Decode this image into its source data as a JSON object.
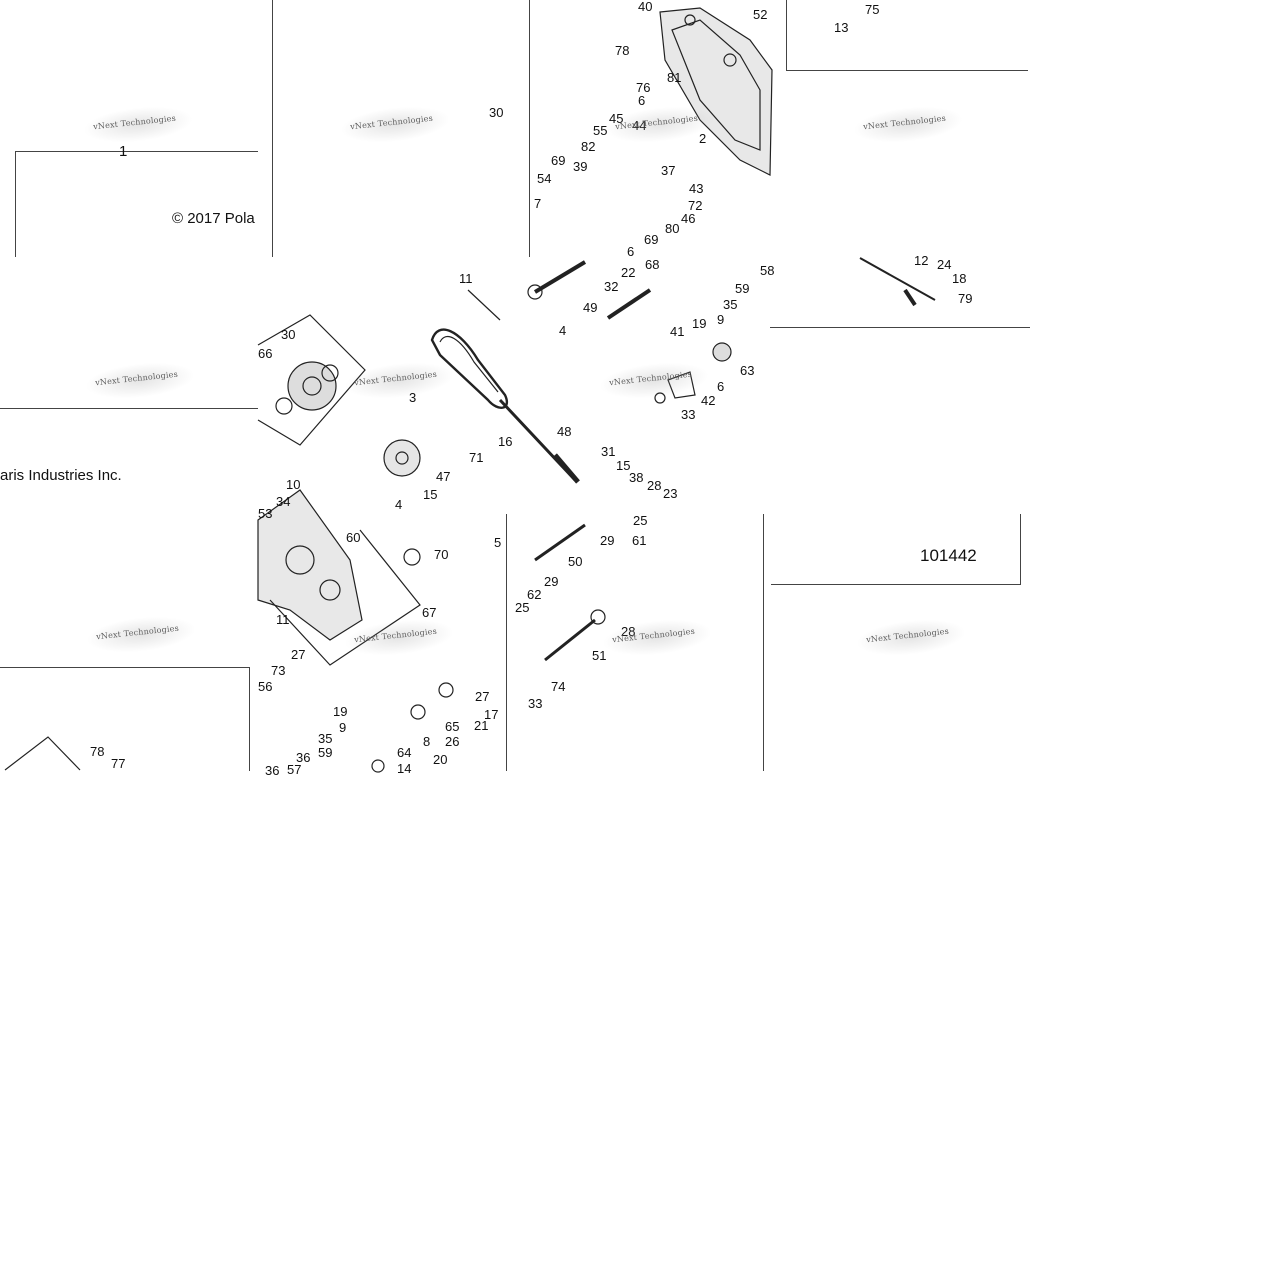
{
  "watermark": "vNext Technologies",
  "copyright": "© 2017 Pola",
  "company": "aris Industries Inc.",
  "sheet_ref": "1",
  "drawing_number": "101442",
  "callouts": [
    "40",
    "52",
    "75",
    "13",
    "78",
    "81",
    "76",
    "6",
    "30",
    "45",
    "44",
    "2",
    "55",
    "82",
    "37",
    "43",
    "72",
    "69",
    "39",
    "54",
    "7",
    "46",
    "80",
    "69",
    "6",
    "68",
    "22",
    "32",
    "49",
    "41",
    "19",
    "9",
    "35",
    "59",
    "58",
    "12",
    "24",
    "18",
    "79",
    "11",
    "4",
    "63",
    "6",
    "42",
    "33",
    "30",
    "66",
    "3",
    "16",
    "48",
    "71",
    "47",
    "15",
    "31",
    "15",
    "38",
    "28",
    "23",
    "25",
    "10",
    "34",
    "4",
    "5",
    "29",
    "61",
    "53",
    "60",
    "70",
    "50",
    "29",
    "62",
    "25",
    "67",
    "11",
    "27",
    "73",
    "56",
    "51",
    "74",
    "33",
    "27",
    "17",
    "21",
    "65",
    "26",
    "19",
    "9",
    "8",
    "20",
    "35",
    "59",
    "36",
    "57",
    "36",
    "64",
    "14",
    "78",
    "77",
    "28"
  ]
}
